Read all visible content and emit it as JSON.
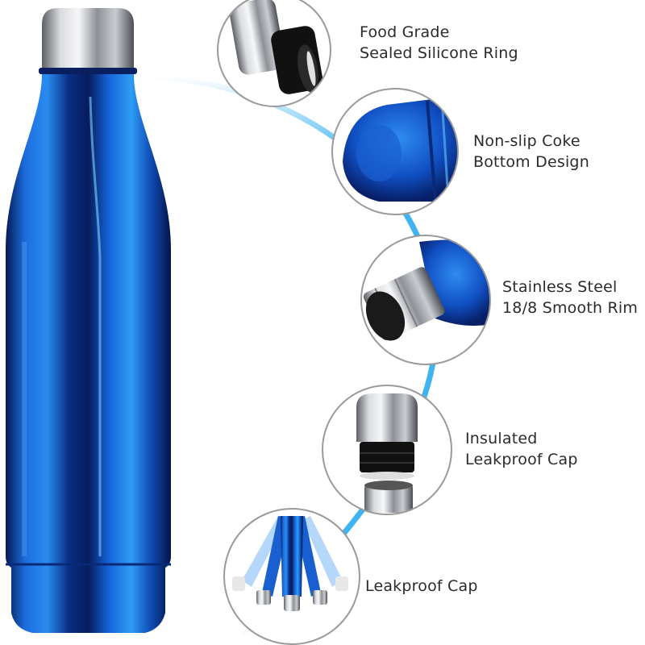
{
  "features": [
    {
      "lines": [
        "Food Grade",
        "Sealed Silicone Ring"
      ],
      "icon": "silicone-ring-closeup"
    },
    {
      "lines": [
        "Non-slip Coke",
        "Bottom Design"
      ],
      "icon": "bottle-bottom-closeup"
    },
    {
      "lines": [
        "Stainless Steel",
        "18/8 Smooth Rim"
      ],
      "icon": "smooth-rim-closeup"
    },
    {
      "lines": [
        "Insulated",
        "Leakproof Cap"
      ],
      "icon": "insulated-cap-closeup"
    },
    {
      "lines": [
        "Leakproof Cap"
      ],
      "icon": "upside-down-bottles"
    }
  ],
  "colors": {
    "bottle_blue": "#1a5fd0",
    "bottle_dark": "#0a2a78",
    "accent_arc": "#3fb4f0",
    "steel": "#c9ccd0",
    "circle_border": "#9a9a9a"
  }
}
